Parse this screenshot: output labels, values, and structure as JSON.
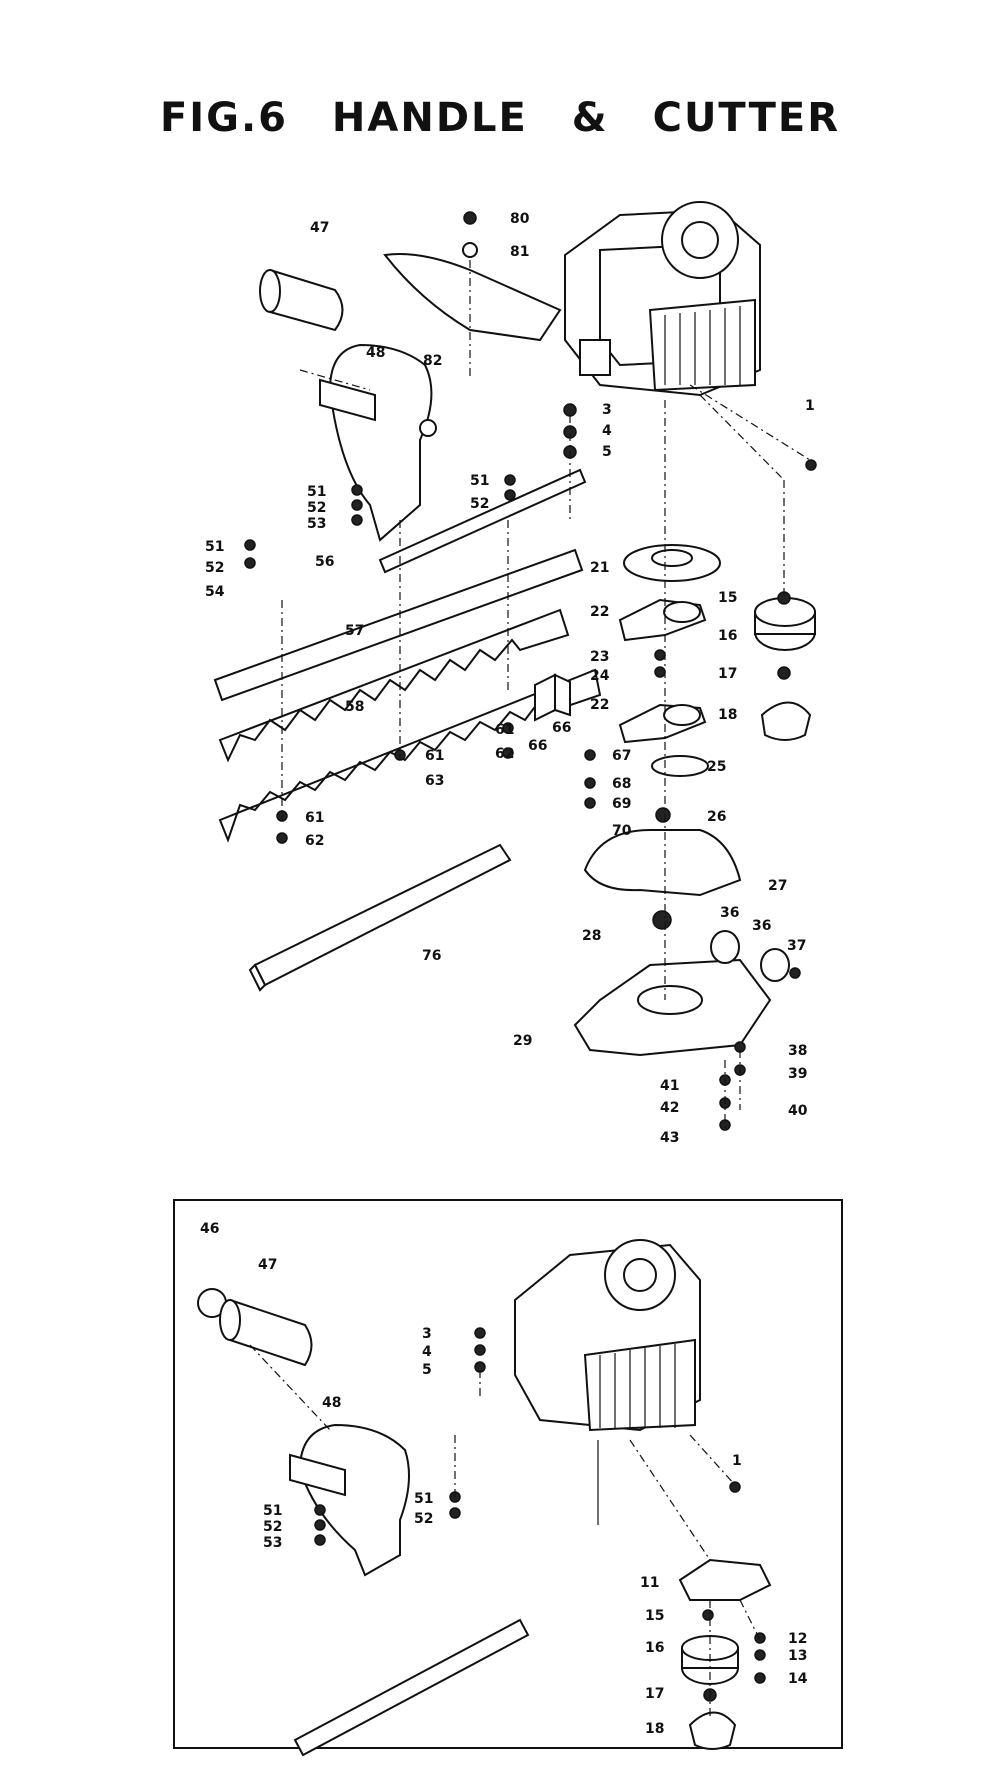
{
  "title": "FIG.6   HANDLE & CUTTER",
  "main_labels": {
    "p1": "1",
    "p3": "3",
    "p4": "4",
    "p5": "5",
    "p15": "15",
    "p16": "16",
    "p17": "17",
    "p18": "18",
    "p21": "21",
    "p22a": "22",
    "p22b": "22",
    "p23": "23",
    "p24": "24",
    "p25": "25",
    "p26": "26",
    "p27": "27",
    "p28": "28",
    "p29": "29",
    "p36a": "36",
    "p36b": "36",
    "p37": "37",
    "p38": "38",
    "p39": "39",
    "p40": "40",
    "p41": "41",
    "p42": "42",
    "p43": "43",
    "p47": "47",
    "p48": "48",
    "p51a": "51",
    "p52a": "52",
    "p53a": "53",
    "p51b": "51",
    "p52b": "52",
    "p51c": "51",
    "p52c": "52",
    "p54": "54",
    "p56": "56",
    "p57": "57",
    "p58": "58",
    "p61a": "61",
    "p61b": "61",
    "p61c": "61",
    "p62a": "62",
    "p62b": "62",
    "p63": "63",
    "p66a": "66",
    "p66b": "66",
    "p67": "67",
    "p68": "68",
    "p69": "69",
    "p70": "70",
    "p76": "76",
    "p80": "80",
    "p81": "81",
    "p82": "82"
  },
  "inset_labels": {
    "p46": "46",
    "p47": "47",
    "p48": "48",
    "p3": "3",
    "p4": "4",
    "p5": "5",
    "p1": "1",
    "p51a": "51",
    "p52a": "52",
    "p53a": "53",
    "p51b": "51",
    "p52b": "52",
    "p11": "11",
    "p12": "12",
    "p13": "13",
    "p14": "14",
    "p15": "15",
    "p16": "16",
    "p17": "17",
    "p18": "18"
  }
}
